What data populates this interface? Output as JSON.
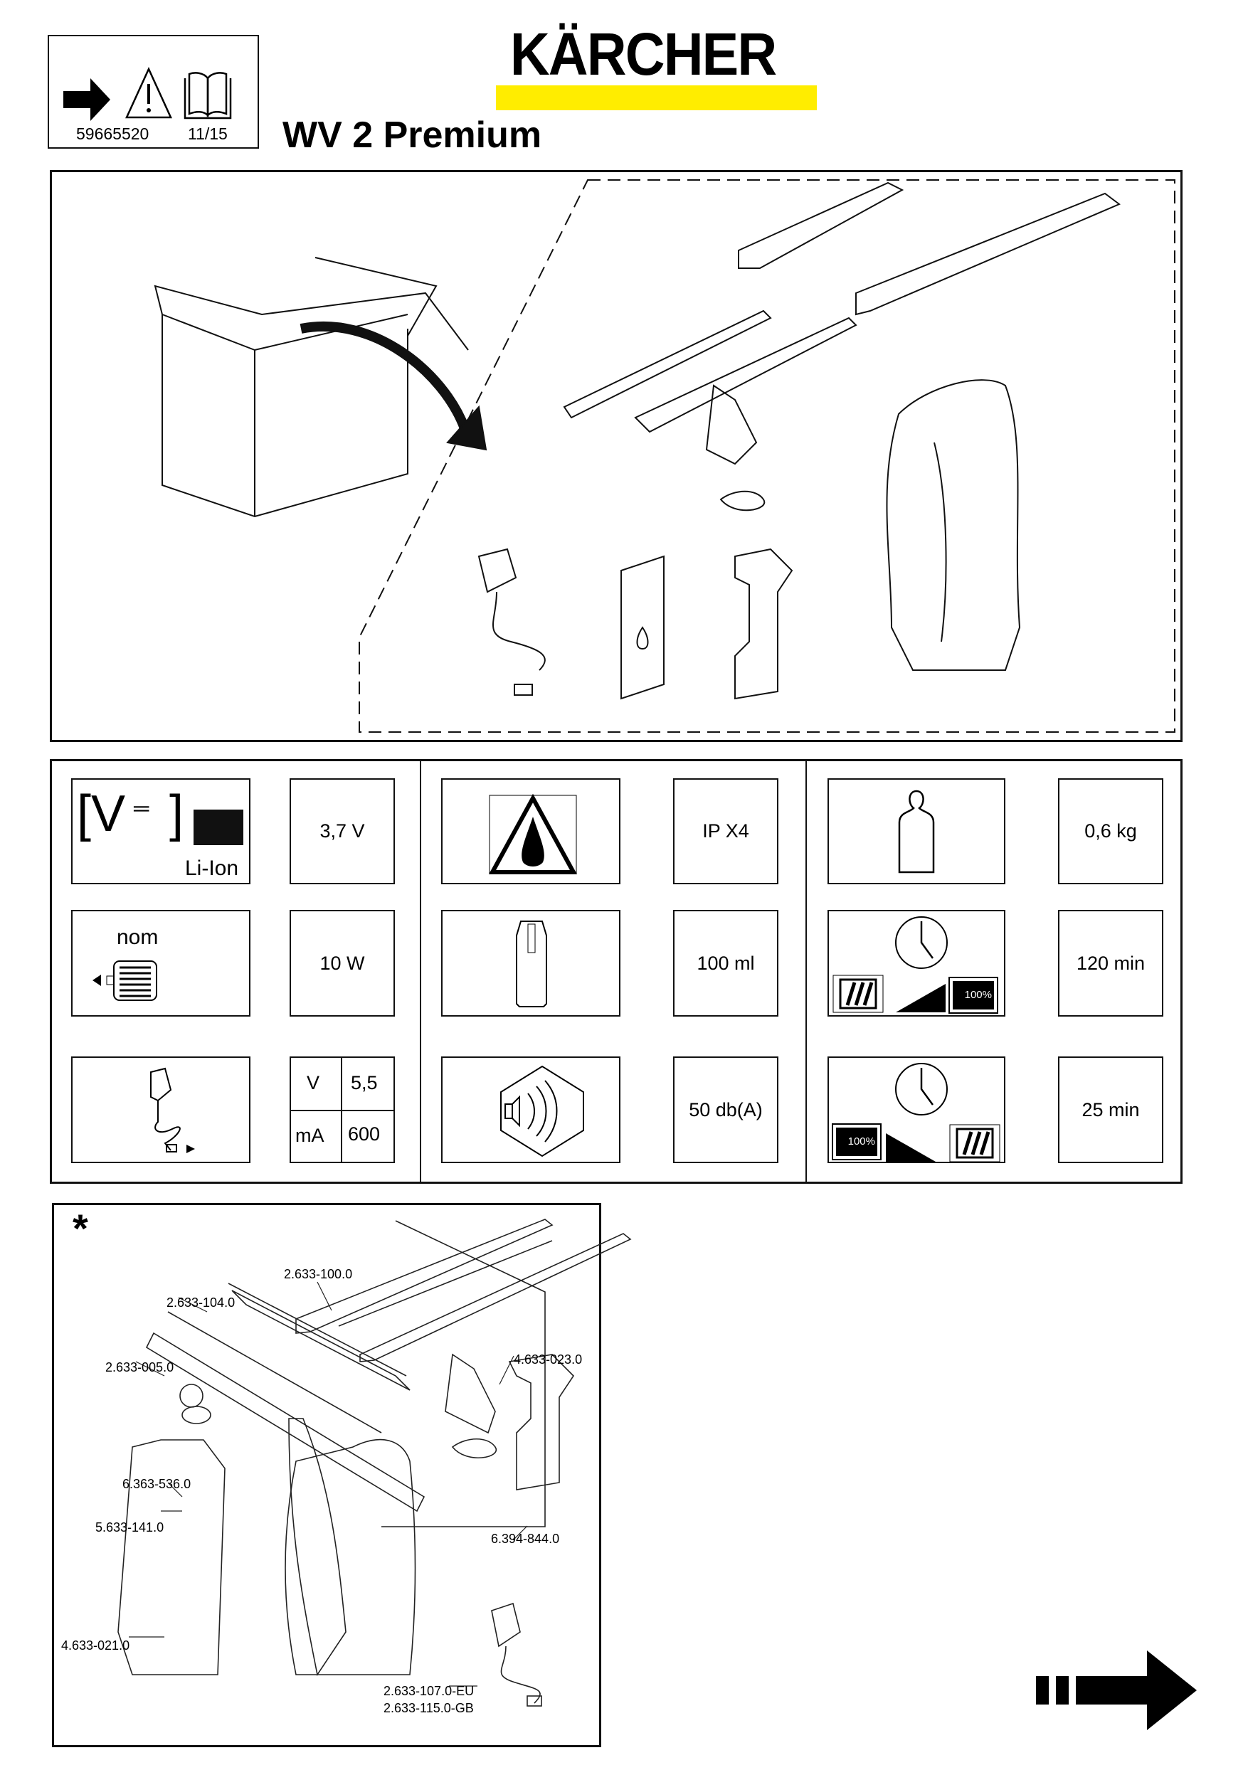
{
  "header": {
    "doc_number": "59665520",
    "doc_date": "11/15",
    "brand": "KÄRCHER",
    "model": "WV 2 Premium",
    "brand_color": "#FFED00",
    "icons": [
      "arrow-right-icon",
      "warning-icon",
      "manual-book-icon"
    ]
  },
  "specs": {
    "battery": {
      "label": "Li-Ion",
      "value": "3,7 V"
    },
    "power": {
      "label": "nom",
      "value": "10 W"
    },
    "charger": {
      "v_label": "V",
      "v_value": "5,5",
      "ma_label": "mA",
      "ma_value": "600"
    },
    "protection": {
      "value": "IP X4"
    },
    "tank": {
      "value": "100 ml"
    },
    "noise": {
      "value": "50 db(A)"
    },
    "weight": {
      "value": "0,6 kg"
    },
    "runtime": {
      "value": "120 min",
      "battery_label": "100%"
    },
    "charge_time": {
      "value": "25 min",
      "battery_label": "100%"
    }
  },
  "parts": {
    "marker": "*",
    "labels": [
      "2.633-100.0",
      "2.633-104.0",
      "2.633-005.0",
      "4.633-023.0",
      "6.363-536.0",
      "5.633-141.0",
      "6.394-844.0",
      "4.633-021.0",
      "2.633-107.0-EU",
      "2.633-115.0-GB"
    ]
  }
}
